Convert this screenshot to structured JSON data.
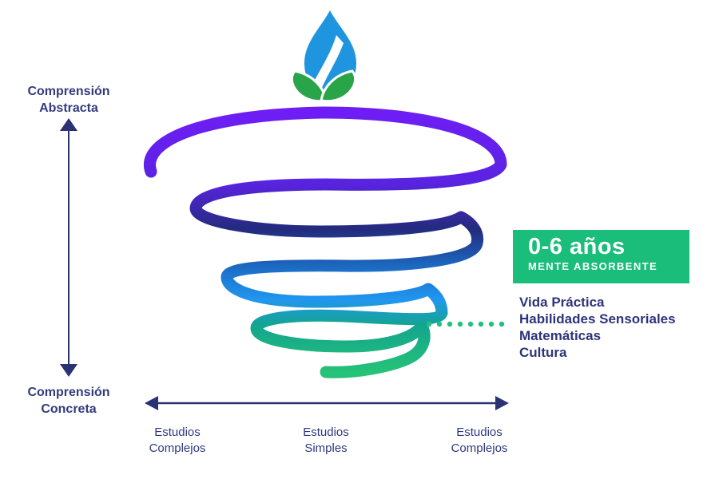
{
  "colors": {
    "text_navy": "#333B7E",
    "arrow_navy": "#2A3274",
    "accent_green": "#1ABD7A",
    "dot_green": "#21C17D",
    "logo_blue": "#2095DF",
    "logo_green": "#2AA449",
    "spiral_gradient": [
      "#6E1EF5",
      "#5A23E2",
      "#232B7D",
      "#1B74CE",
      "#2196F0",
      "#13A58E",
      "#25C278"
    ]
  },
  "left_axis": {
    "top_label_line1": "Comprensión",
    "top_label_line2": "Abstracta",
    "bottom_label_line1": "Comprensión",
    "bottom_label_line2": "Concreta"
  },
  "bottom_axis": {
    "labels": [
      {
        "line1": "Estudios",
        "line2": "Complejos"
      },
      {
        "line1": "Estudios",
        "line2": "Simples"
      },
      {
        "line1": "Estudios",
        "line2": "Complejos"
      }
    ]
  },
  "stage_card": {
    "age_range": "0-6 años",
    "subtitle": "MENTE ABSORBENTE"
  },
  "curriculum_areas": [
    "Vida Práctica",
    "Habilidades Sensoriales",
    "Matemáticas",
    "Cultura"
  ]
}
